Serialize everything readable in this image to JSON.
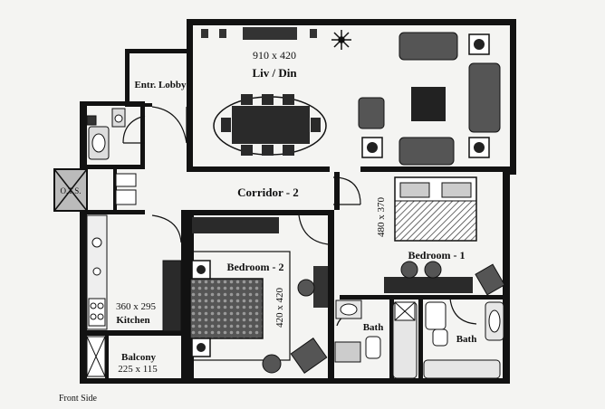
{
  "rooms": {
    "living": {
      "dims": "910 x 420",
      "name": "Liv / Din"
    },
    "entrance": {
      "name": "Entr. Lobby"
    },
    "ots": {
      "name": "O.T.S."
    },
    "corridor": {
      "name": "Corridor - 2"
    },
    "bedroom1": {
      "name": "Bedroom - 1",
      "dims": "480 x 370"
    },
    "bedroom2": {
      "name": "Bedroom - 2",
      "dims": "420 x 420"
    },
    "kitchen": {
      "dims": "360 x 295",
      "name": "Kitchen"
    },
    "balcony": {
      "name": "Balcony",
      "dims": "225 x 115"
    },
    "bath1": {
      "name": "Bath"
    },
    "bath2": {
      "name": "Bath"
    }
  },
  "footer": {
    "front_side": "Front Side"
  },
  "colors": {
    "wall": "#121212",
    "furniture": "#3a3a3a",
    "paper": "#f4f4f2"
  }
}
